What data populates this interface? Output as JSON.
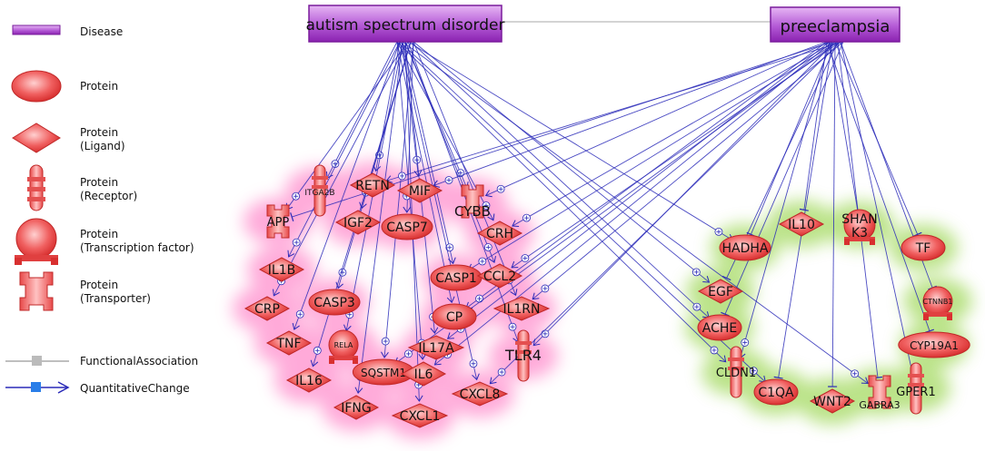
{
  "legend": {
    "disease": "Disease",
    "protein": "Protein",
    "ligand": "Protein\n(Ligand)",
    "receptor": "Protein\n(Receptor)",
    "tf": "Protein\n(Transcription factor)",
    "transporter": "Protein\n(Transporter)",
    "functional": "FunctionalAssociation",
    "quantitative": "QuantitativeChange"
  },
  "colors": {
    "disease": "#9b30c0",
    "protein": "#e23a3a",
    "edge": "#2a2ab8",
    "pinkGlow": "#ff66bb",
    "greenGlow": "#8ed03a",
    "functional": "#aaaaaa"
  },
  "diseases": [
    {
      "id": "asd",
      "label": "autism spectrum disorder"
    },
    {
      "id": "pe",
      "label": "preeclampsia"
    }
  ],
  "nodes": [
    {
      "id": "ITGA2B",
      "label": "ITGA2B",
      "type": "receptor"
    },
    {
      "id": "RETN",
      "label": "RETN",
      "type": "ligand"
    },
    {
      "id": "MIF",
      "label": "MIF",
      "type": "ligand"
    },
    {
      "id": "CYBB",
      "label": "CYBB",
      "type": "transporter"
    },
    {
      "id": "APP",
      "label": "APP",
      "type": "transporter"
    },
    {
      "id": "IGF2",
      "label": "IGF2",
      "type": "ligand"
    },
    {
      "id": "CASP7",
      "label": "CASP7",
      "type": "protein"
    },
    {
      "id": "CRH",
      "label": "CRH",
      "type": "ligand"
    },
    {
      "id": "IL1B",
      "label": "IL1B",
      "type": "ligand"
    },
    {
      "id": "CASP1",
      "label": "CASP1",
      "type": "protein"
    },
    {
      "id": "CCL2",
      "label": "CCL2",
      "type": "ligand"
    },
    {
      "id": "CRP",
      "label": "CRP",
      "type": "ligand"
    },
    {
      "id": "CASP3",
      "label": "CASP3",
      "type": "protein"
    },
    {
      "id": "IL1RN",
      "label": "IL1RN",
      "type": "ligand"
    },
    {
      "id": "CP",
      "label": "CP",
      "type": "protein"
    },
    {
      "id": "TNF",
      "label": "TNF",
      "type": "ligand"
    },
    {
      "id": "RELA",
      "label": "RELA",
      "type": "tf"
    },
    {
      "id": "IL17A",
      "label": "IL17A",
      "type": "ligand"
    },
    {
      "id": "TLR4",
      "label": "TLR4",
      "type": "receptor"
    },
    {
      "id": "IL16",
      "label": "IL16",
      "type": "ligand"
    },
    {
      "id": "SQSTM1",
      "label": "SQSTM1",
      "type": "protein"
    },
    {
      "id": "IL6",
      "label": "IL6",
      "type": "ligand"
    },
    {
      "id": "CXCL8",
      "label": "CXCL8",
      "type": "ligand"
    },
    {
      "id": "IFNG",
      "label": "IFNG",
      "type": "ligand"
    },
    {
      "id": "CXCL1",
      "label": "CXCL1",
      "type": "ligand"
    },
    {
      "id": "IL10",
      "label": "IL10",
      "type": "ligand"
    },
    {
      "id": "SHANK3",
      "label": "SHAN\nK3",
      "type": "tf"
    },
    {
      "id": "HADHA",
      "label": "HADHA",
      "type": "protein"
    },
    {
      "id": "TF",
      "label": "TF",
      "type": "protein"
    },
    {
      "id": "EGF",
      "label": "EGF",
      "type": "ligand"
    },
    {
      "id": "CTNNB1",
      "label": "CTNNB1",
      "type": "tf"
    },
    {
      "id": "ACHE",
      "label": "ACHE",
      "type": "protein"
    },
    {
      "id": "CYP19A1",
      "label": "CYP19A1",
      "type": "protein"
    },
    {
      "id": "CLDN1",
      "label": "CLDN1",
      "type": "receptor"
    },
    {
      "id": "C1QA",
      "label": "C1QA",
      "type": "protein"
    },
    {
      "id": "WNT2",
      "label": "WNT2",
      "type": "ligand"
    },
    {
      "id": "GABRA3",
      "label": "GABRA3",
      "type": "transporter"
    },
    {
      "id": "GPER1",
      "label": "GPER1",
      "type": "receptor"
    }
  ],
  "edges_asd": [
    "ITGA2B",
    "RETN",
    "MIF",
    "CYBB",
    "APP",
    "IGF2",
    "CASP7",
    "CRH",
    "IL1B",
    "CASP1",
    "CCL2",
    "CRP",
    "CASP3",
    "IL1RN",
    "CP",
    "TNF",
    "RELA",
    "IL17A",
    "TLR4",
    "IL16",
    "SQSTM1",
    "IL6",
    "CXCL8",
    "IFNG",
    "CXCL1",
    "HADHA",
    "ACHE",
    "EGF",
    "CLDN1",
    "C1QA",
    "GABRA3"
  ],
  "edges_pe": [
    "IL10",
    "SHANK3",
    "HADHA",
    "TF",
    "EGF",
    "CTNNB1",
    "ACHE",
    "CYP19A1",
    "CLDN1",
    "C1QA",
    "WNT2",
    "GABRA3",
    "GPER1",
    "RETN",
    "MIF",
    "CYBB",
    "APP",
    "CRH",
    "CASP1",
    "CCL2",
    "IL1RN",
    "CP",
    "IL17A",
    "IL6",
    "TLR4",
    "SQSTM1",
    "CXCL8"
  ],
  "inhibit_pe": [
    "IL10",
    "SHANK3",
    "HADHA",
    "TF",
    "EGF",
    "CTNNB1",
    "ACHE",
    "CYP19A1",
    "C1QA",
    "WNT2",
    "GABRA3",
    "GPER1",
    "APP"
  ]
}
